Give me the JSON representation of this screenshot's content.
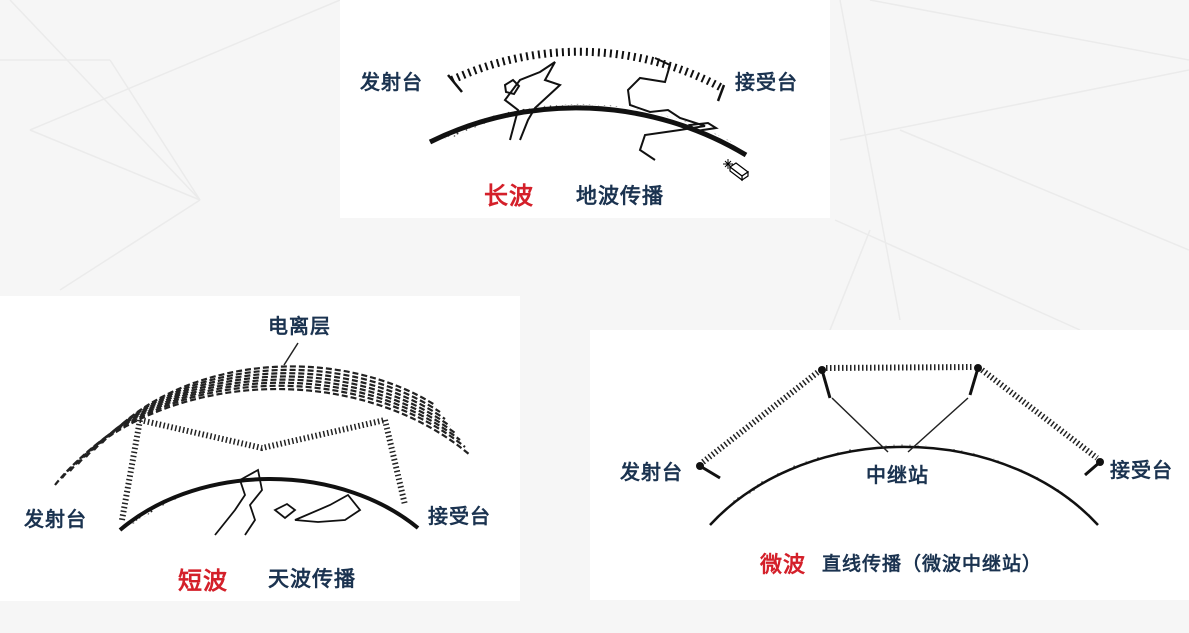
{
  "colors": {
    "label_text": "#1b3350",
    "wave_type_text": "#d4202a",
    "background": "#f6f6f6",
    "panel": "#ffffff"
  },
  "panels": {
    "long_wave": {
      "wave_type": "长波",
      "mode": "地波传播",
      "transmitter": "发射台",
      "receiver": "接受台"
    },
    "short_wave": {
      "wave_type": "短波",
      "mode": "天波传播",
      "transmitter": "发射台",
      "receiver": "接受台",
      "layer": "电离层"
    },
    "microwave": {
      "wave_type": "微波",
      "mode": "直线传播（微波中继站）",
      "transmitter": "发射台",
      "receiver": "接受台",
      "relay": "中继站"
    }
  },
  "cursor": {
    "icon": "eraser-cursor-icon"
  }
}
